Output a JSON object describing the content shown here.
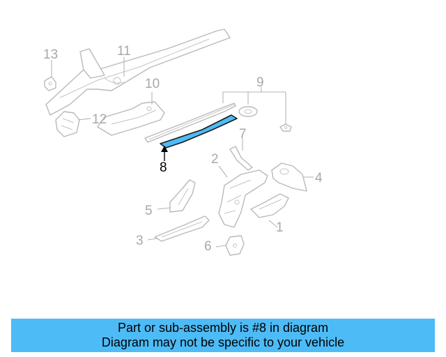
{
  "diagram": {
    "highlight_color": "#4dbbf6",
    "callouts": [
      {
        "id": "1",
        "label": "1"
      },
      {
        "id": "2",
        "label": "2"
      },
      {
        "id": "3",
        "label": "3"
      },
      {
        "id": "4",
        "label": "4"
      },
      {
        "id": "5",
        "label": "5"
      },
      {
        "id": "6",
        "label": "6"
      },
      {
        "id": "7",
        "label": "7"
      },
      {
        "id": "8",
        "label": "8",
        "highlighted": true
      },
      {
        "id": "9",
        "label": "9"
      },
      {
        "id": "10",
        "label": "10"
      },
      {
        "id": "11",
        "label": "11"
      },
      {
        "id": "12",
        "label": "12"
      },
      {
        "id": "13",
        "label": "13"
      }
    ]
  },
  "banner": {
    "line1": "Part or sub-assembly is #8 in diagram",
    "line2": "Diagram may not be specific to your vehicle",
    "background": "#4dbbf6"
  }
}
